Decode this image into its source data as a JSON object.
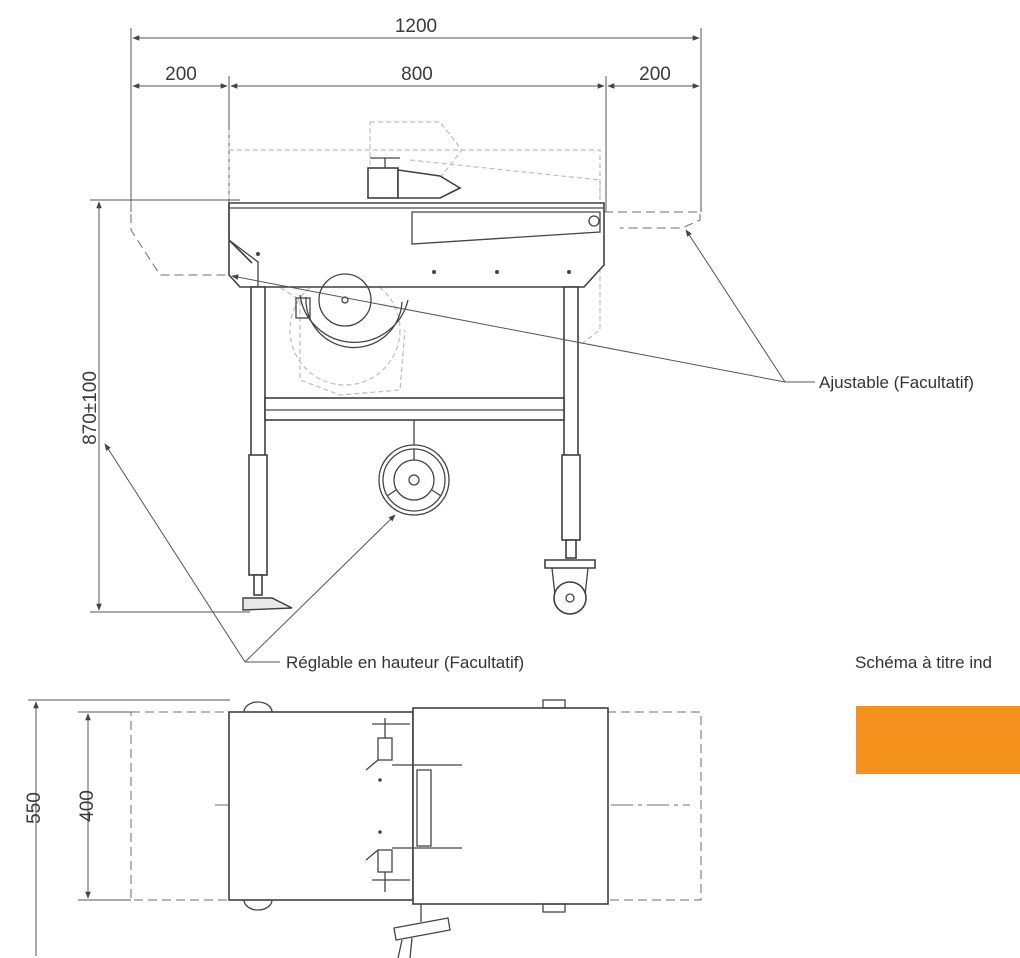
{
  "dimensions": {
    "total_width": "1200",
    "left_extension": "200",
    "table_width": "800",
    "right_extension": "200",
    "height": "870±100",
    "depth_total": "550",
    "depth_table": "400"
  },
  "labels": {
    "adjustable": "Ajustable (Facultatif)",
    "height_adjustable": "Réglable en hauteur (Facultatif)",
    "caption": "Schéma à titre ind"
  },
  "colors": {
    "accent": "#f5921e",
    "line": "#444444"
  }
}
